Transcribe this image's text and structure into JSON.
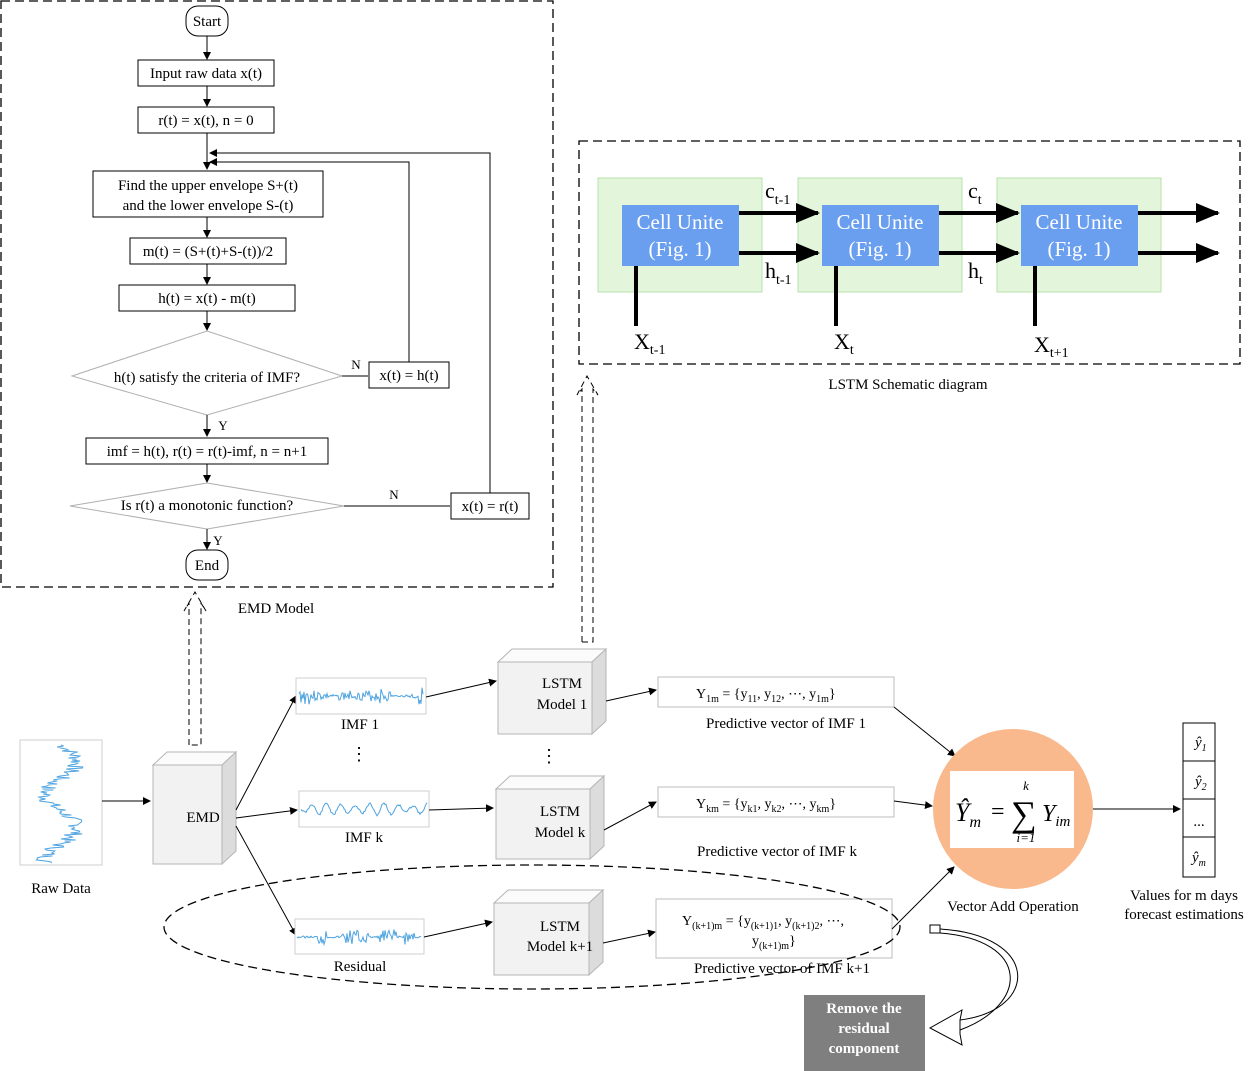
{
  "flowchart": {
    "start": "Start",
    "input": "Input raw data x(t)",
    "init": "r(t) = x(t), n = 0",
    "envelope_line1": "Find the upper envelope S+(t)",
    "envelope_line2": "and the lower envelope S-(t)",
    "mean": "m(t) = (S+(t)+S-(t))/2",
    "h": "h(t) = x(t) - m(t)",
    "criteria": "h(t) satisfy the criteria of IMF?",
    "criteria_no": "N",
    "criteria_yes": "Y",
    "x_eq_h": "x(t) = h(t)",
    "imf_update": "imf = h(t), r(t) = r(t)-imf, n = n+1",
    "monotonic": "Is r(t) a monotonic function?",
    "monotonic_no": "N",
    "monotonic_yes": "Y",
    "x_eq_r": "x(t) = r(t)",
    "end": "End",
    "caption": "EMD Model"
  },
  "lstm_schematic": {
    "cell_line1": "Cell Unite",
    "cell_line2": "(Fig. 1)",
    "c_prev": "c",
    "c_prev_sub": "t-1",
    "c_curr": "c",
    "c_curr_sub": "t",
    "h_prev": "h",
    "h_prev_sub": "t-1",
    "h_curr": "h",
    "h_curr_sub": "t",
    "x1": "X",
    "x1_sub": "t-1",
    "x2": "X",
    "x2_sub": "t",
    "x3": "X",
    "x3_sub": "t+1",
    "caption": "LSTM Schematic diagram"
  },
  "pipeline": {
    "raw_data": "Raw Data",
    "emd": "EMD",
    "imf1": "IMF 1",
    "imfk": "IMF k",
    "residual": "Residual",
    "vdots": "⋮",
    "lstm1_line1": "LSTM",
    "lstm1_line2": "Model 1",
    "lstmk_line1": "LSTM",
    "lstmk_line2": "Model k",
    "lstmk1_line1": "LSTM",
    "lstmk1_line2": "Model k+1",
    "y1m_text": "Y",
    "y1m_sub": "1m",
    "y1m_rest": " = {y",
    "y1m_s1": "11",
    "y1m_s2": "12",
    "y1m_s3": "1m",
    "ykm_text": "Y",
    "ykm_sub": "km",
    "ykm_rest": " = {y",
    "ykm_s1": "k1",
    "ykm_s2": "k2",
    "ykm_s3": "km",
    "yk1_text": "Y",
    "yk1_sub": "(k+1)m",
    "yk1_rest": " = {y",
    "yk1_s1": "(k+1)1",
    "yk1_s2": "(k+1)2",
    "yk1_s3": "(k+1)m",
    "comma_y": ", y",
    "ellipsis": ", ⋯, y",
    "close": "}",
    "pred1": "Predictive vector of IMF 1",
    "predk": "Predictive vector of IMF k",
    "predk1": "Predictive vector of IMF k+1",
    "sum_lhs": "Ŷ",
    "sum_lhs_sub": "m",
    "sum_eq": "=",
    "sum_sigma": "∑",
    "sum_top": "k",
    "sum_bottom": "i=1",
    "sum_rhs": "Y",
    "sum_rhs_sub": "im",
    "vector_add": "Vector Add Operation",
    "out_y1": "ŷ",
    "out_y1_sub": "1",
    "out_y2": "ŷ",
    "out_y2_sub": "2",
    "out_dots": "...",
    "out_ym": "ŷ",
    "out_ym_sub": "m",
    "values_line1": "Values for m days",
    "values_line2": "forecast estimations",
    "remove_line1": "Remove the",
    "remove_line2": "residual",
    "remove_line3": "component"
  },
  "colors": {
    "cell_fill": "#6a9ff0",
    "cell_bg": "#e3f6dc",
    "sum_circle": "#f9b98c",
    "wave": "#4ea3e0",
    "remove_box": "#7f7f7f"
  }
}
